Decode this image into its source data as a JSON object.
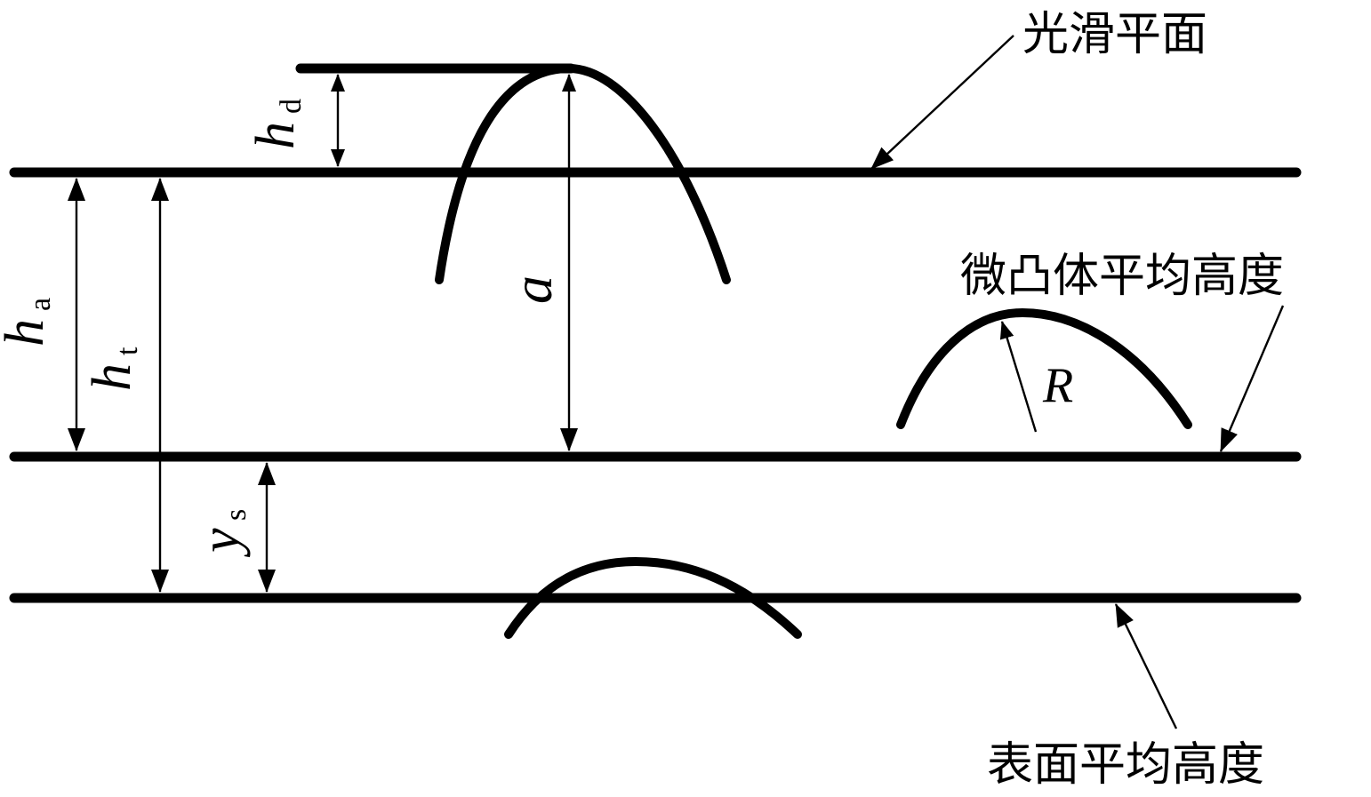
{
  "labels": {
    "smooth_plane": "光滑平面",
    "asperity_mean_height": "微凸体平均高度",
    "surface_mean_height": "表面平均高度"
  },
  "symbols": {
    "h_d": {
      "main": "h",
      "sub": "d"
    },
    "h_a": {
      "main": "h",
      "sub": "a"
    },
    "h_t": {
      "main": "h",
      "sub": "t"
    },
    "y_s": {
      "main": "y",
      "sub": "s"
    },
    "a": "a",
    "R": "R"
  },
  "colors": {
    "stroke": "#000000",
    "background": "#ffffff"
  }
}
